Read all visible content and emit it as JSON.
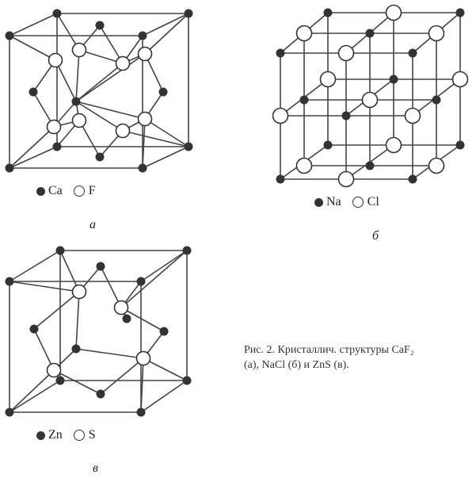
{
  "panels": [
    {
      "letter": "а",
      "legend": {
        "dark_atom": "Ca",
        "light_atom": "F"
      }
    },
    {
      "letter": "б",
      "legend": {
        "dark_atom": "Na",
        "light_atom": "Cl"
      }
    },
    {
      "letter": "в",
      "legend": {
        "dark_atom": "Zn",
        "light_atom": "S"
      }
    }
  ],
  "caption": {
    "line1": "Рис. 2. Кристаллич. структуры CaF₂",
    "line2": "(а), NaCl (б) и ZnS (в)."
  },
  "colors": {
    "line": "#444444",
    "dark_atom": "#333333",
    "light_atom_fill": "#ffffff"
  }
}
